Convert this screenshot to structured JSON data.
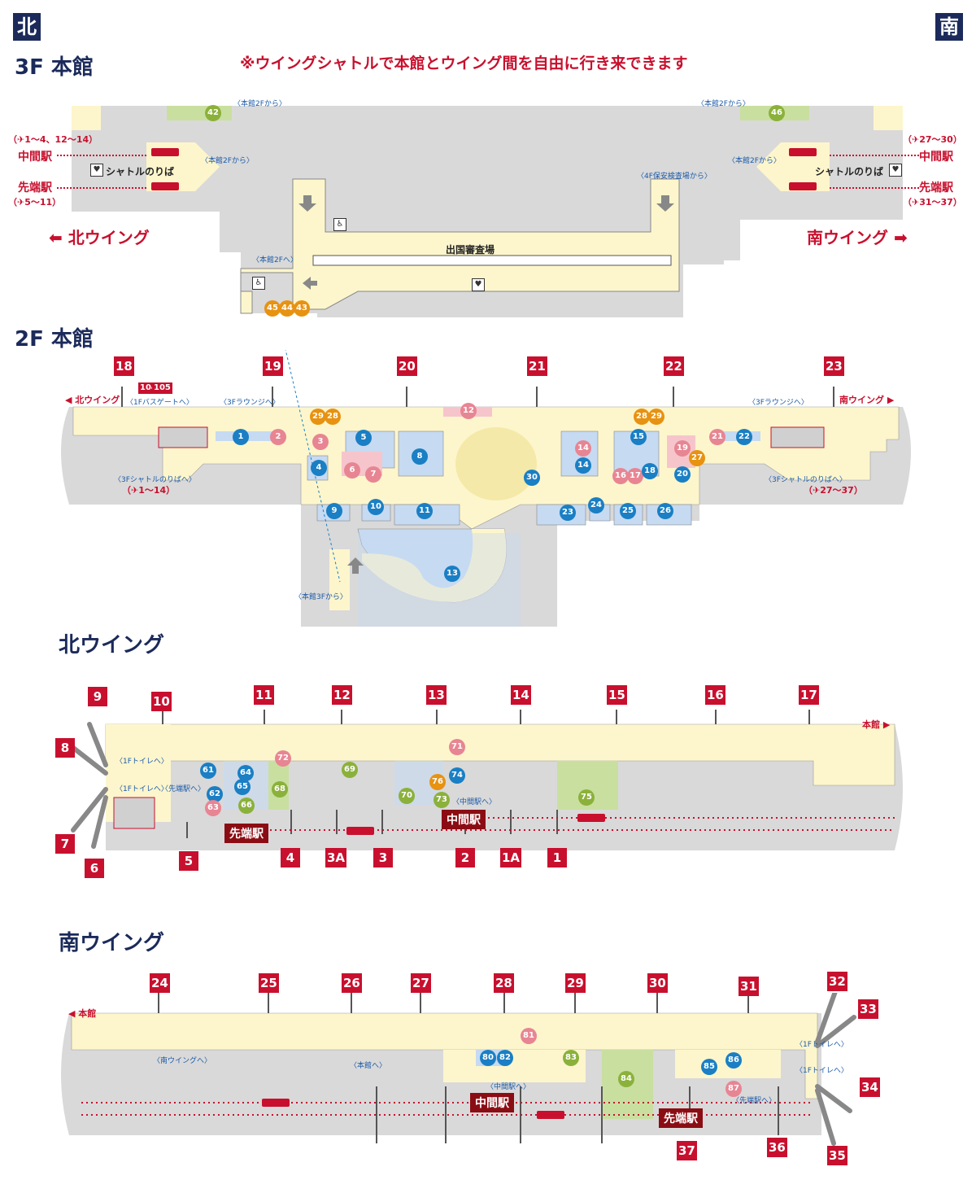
{
  "compass": {
    "north": "北",
    "south": "南"
  },
  "floor3": {
    "title": "3F 本館",
    "note": "※ウイングシャトルで本館とウイング間を自由に行き来できます",
    "north_wing": "北ウイング",
    "south_wing": "南ウイング",
    "immigration": "出国審査場",
    "shuttle_platform": "シャトルのりば",
    "station_mid": "中間駅",
    "station_end": "先端駅",
    "from_2f": "〈本館2Fから〉",
    "to_2f": "〈本館2Fへ〉",
    "from_4f": "〈4F保安検査場から〉",
    "gates_nw_mid": "（✈1～4、12～14）",
    "gates_nw_end": "（✈5～11）",
    "gates_sw_mid": "（✈27～30）",
    "gates_sw_end": "（✈31～37）",
    "pois": [
      "42",
      "46",
      "45",
      "44",
      "43"
    ]
  },
  "floor2": {
    "title": "2F 本館",
    "gates": [
      "18",
      "19",
      "20",
      "21",
      "22",
      "23",
      "104",
      "105"
    ],
    "north_wing": "北ウイング",
    "south_wing": "南ウイング",
    "bus_gate": "〈1Fバスゲートへ〉",
    "lounge_3f": "〈3Fラウンジへ〉",
    "shuttle_3f": "〈3Fシャトルのりばへ〉",
    "from_3f": "〈本館3Fから〉",
    "gates_n": "（✈1～14）",
    "gates_s": "（✈27～37）",
    "pois": [
      "1",
      "2",
      "3",
      "4",
      "5",
      "6",
      "7",
      "8",
      "9",
      "10",
      "11",
      "12",
      "13",
      "14",
      "15",
      "16",
      "17",
      "18",
      "19",
      "20",
      "21",
      "22",
      "23",
      "24",
      "25",
      "26",
      "27",
      "28",
      "29",
      "30"
    ]
  },
  "north_wing": {
    "title": "北ウイング",
    "gates_top": [
      "9",
      "10",
      "11",
      "12",
      "13",
      "14",
      "15",
      "16",
      "17"
    ],
    "gates_bottom": [
      "4",
      "3A",
      "3",
      "2",
      "1A",
      "1"
    ],
    "gates_side": [
      "8",
      "7",
      "6",
      "5"
    ],
    "main_bldg": "本館",
    "station_mid": "中間駅",
    "station_end": "先端駅",
    "toilet_1f": "〈1Fトイレへ〉",
    "to_end": "〈先端駅へ〉",
    "to_mid": "〈中間駅へ〉",
    "pois": [
      "61",
      "62",
      "63",
      "64",
      "65",
      "66",
      "68",
      "69",
      "70",
      "71",
      "72",
      "73",
      "74",
      "75",
      "76"
    ]
  },
  "south_wing": {
    "title": "南ウイング",
    "gates_top": [
      "24",
      "25",
      "26",
      "27",
      "28",
      "29",
      "30",
      "31",
      "32"
    ],
    "gates_side": [
      "33",
      "34",
      "35",
      "36",
      "37"
    ],
    "main_bldg": "本館",
    "station_mid": "中間駅",
    "station_end": "先端駅",
    "to_sw": "〈南ウイングへ〉",
    "to_main": "〈本館へ〉",
    "to_mid": "〈中間駅へ〉",
    "to_end": "〈先端駅へ〉",
    "toilet_1f": "〈1Fトイレへ〉",
    "pois": [
      "80",
      "81",
      "82",
      "83",
      "84",
      "85",
      "86",
      "87"
    ]
  },
  "colors": {
    "navy": "#1b2a5a",
    "red": "#c8102e",
    "floor": "#fdf6cc",
    "gray": "#d9d9d9",
    "blue": "#1a7fc4",
    "shop": "#c6daf2"
  }
}
